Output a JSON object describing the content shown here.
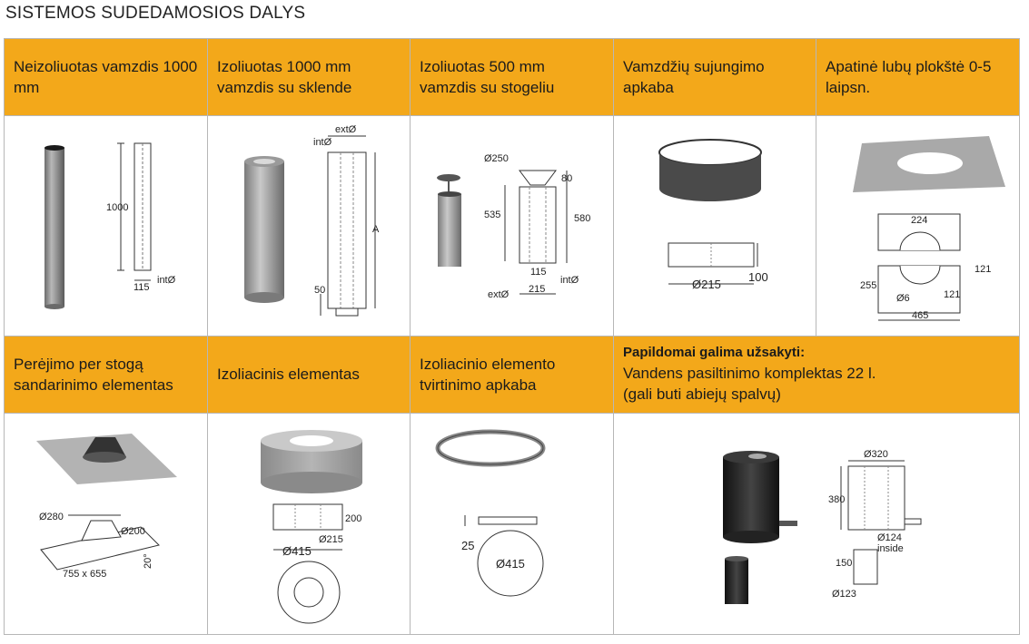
{
  "title": "SISTEMOS SUDEDAMOSIOS DALYS",
  "row1": {
    "headers": [
      "Neizoliuotas vamzdis 1000 mm",
      "Izoliuotas 1000 mm vamzdis su sklende",
      "Izoliuotas 500 mm vamzdis su stogeliu",
      "Vamzdžių sujungimo apkaba",
      "Apatinė lubų plokštė 0-5 laipsn."
    ]
  },
  "row2": {
    "headers": [
      "Perėjimo per stogą sandarinimo elementas",
      "Izoliacinis elementas",
      "Izoliacinio elemento tvirtinimo apkaba"
    ],
    "extra_bold": "Papildomai galima užsakyti:",
    "extra_text": "Vandens pasiltinimo komplektas 22 l. (gali buti abiejų spalvų)"
  },
  "dims": {
    "p1": {
      "h": "1000",
      "w": "115",
      "int": "intØ"
    },
    "p2": {
      "ext": "extØ",
      "int": "intØ",
      "a": "A",
      "b": "50"
    },
    "p3": {
      "d250": "Ø250",
      "d80": "80",
      "h535": "535",
      "h580": "580",
      "w115": "115",
      "int": "intØ",
      "ext": "extØ",
      "w215": "215"
    },
    "p4": {
      "d215": "Ø215",
      "h100": "100"
    },
    "p5": {
      "w224": "224",
      "w121a": "121",
      "h255": "255",
      "w121b": "121",
      "d6": "Ø6",
      "w465": "465"
    },
    "p6": {
      "d280": "Ø280",
      "d200": "Ø200",
      "size": "755 x 655",
      "angle": "20°"
    },
    "p7": {
      "h200": "200",
      "d215": "Ø215",
      "d415": "Ø415"
    },
    "p8": {
      "h25": "25",
      "d415": "Ø415"
    },
    "p9": {
      "d320": "Ø320",
      "h380": "380",
      "d124": "Ø124",
      "inside": "inside",
      "h150": "150",
      "d123": "Ø123"
    }
  }
}
